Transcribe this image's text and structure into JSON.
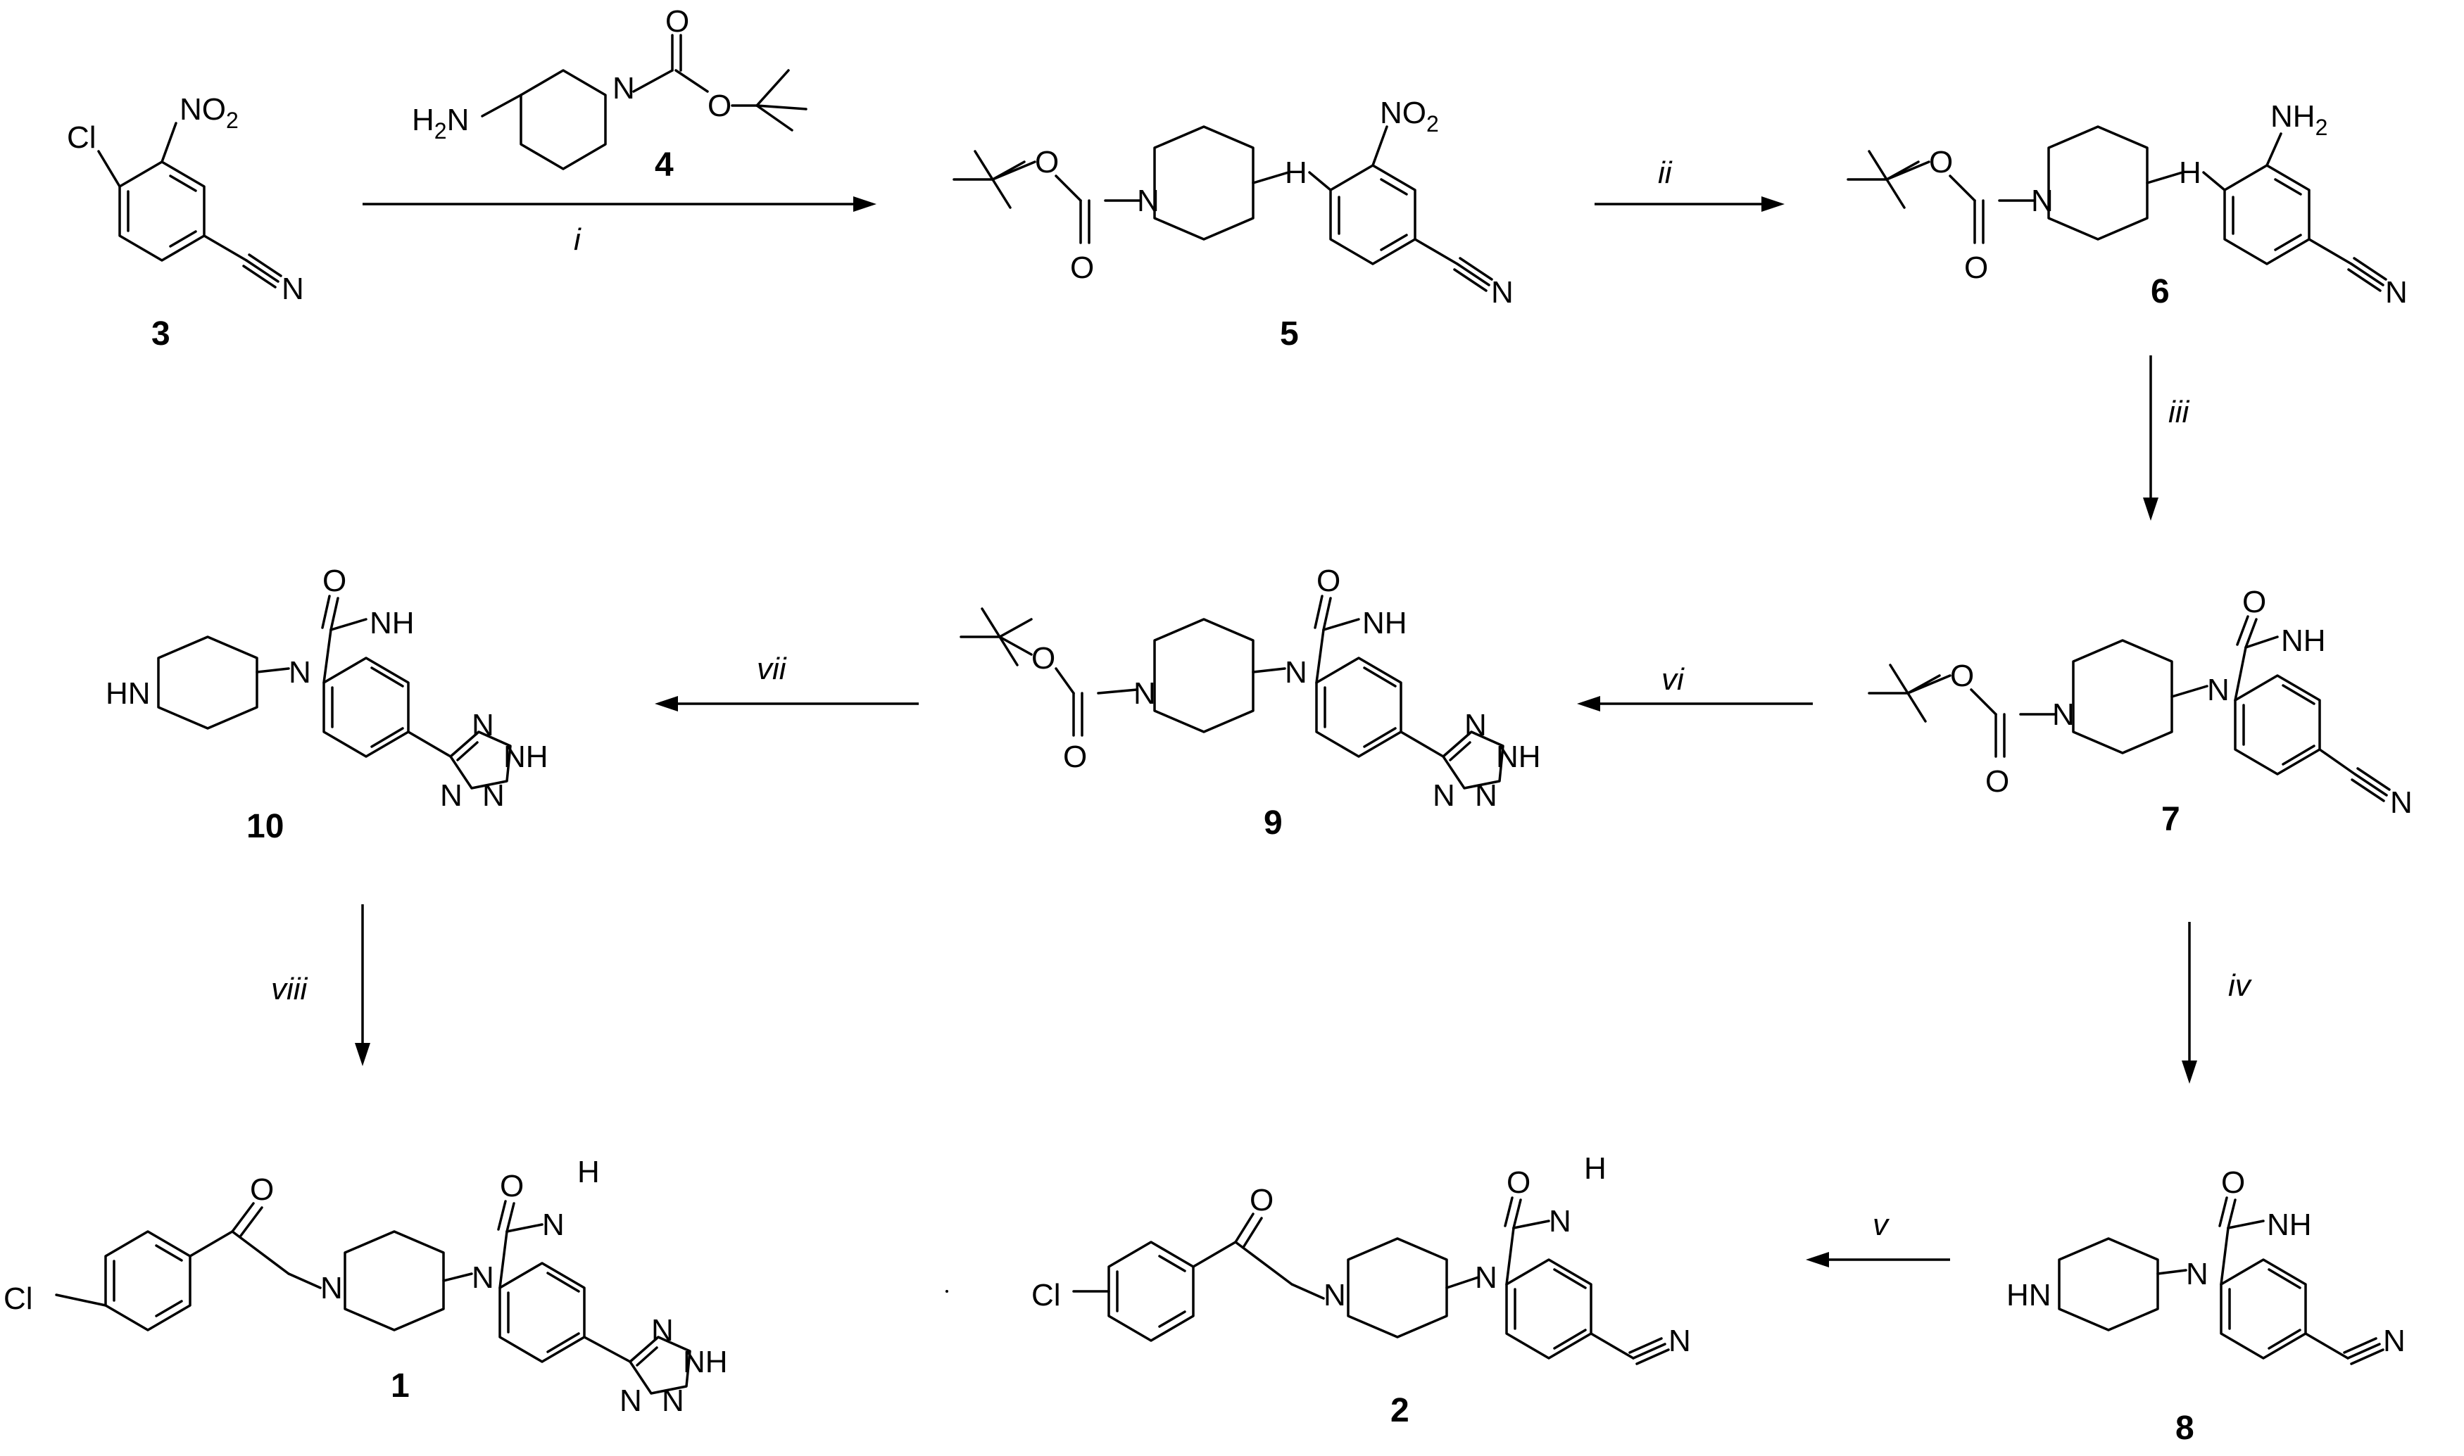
{
  "compounds": [
    {
      "id": "3",
      "label": "3"
    },
    {
      "id": "4",
      "label": "4"
    },
    {
      "id": "5",
      "label": "5"
    },
    {
      "id": "6",
      "label": "6"
    },
    {
      "id": "7",
      "label": "7"
    },
    {
      "id": "8",
      "label": "8"
    },
    {
      "id": "9",
      "label": "9"
    },
    {
      "id": "10",
      "label": "10"
    },
    {
      "id": "1",
      "label": "1"
    },
    {
      "id": "2",
      "label": "2"
    }
  ],
  "steps": [
    {
      "label": "i"
    },
    {
      "label": "ii"
    },
    {
      "label": "iii"
    },
    {
      "label": "iv"
    },
    {
      "label": "v"
    },
    {
      "label": "vi"
    },
    {
      "label": "vii"
    },
    {
      "label": "viii"
    }
  ],
  "atoms": {
    "cl": "Cl",
    "no": "NO",
    "sub2": "2",
    "n": "N",
    "nh": "NH",
    "h": "H",
    "hn": "HN",
    "h2n": "H",
    "h2n_n": "N",
    "nh2": "NH",
    "o": "O"
  }
}
